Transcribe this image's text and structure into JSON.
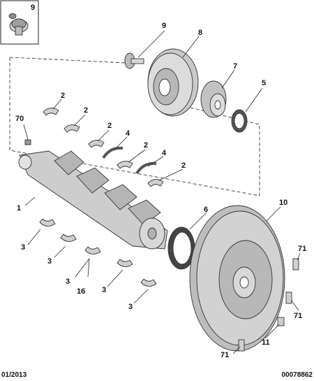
{
  "inset": {
    "callout": "9"
  },
  "callouts": {
    "c1": "1",
    "c2a": "2",
    "c2b": "2",
    "c2c": "2",
    "c2d": "2",
    "c2e": "2",
    "c3a": "3",
    "c3b": "3",
    "c3c": "3",
    "c3d": "3",
    "c3e": "3",
    "c4a": "4",
    "c4b": "4",
    "c5": "5",
    "c6": "6",
    "c7": "7",
    "c8": "8",
    "c9": "9",
    "c10": "10",
    "c11": "11",
    "c16": "16",
    "c70": "70",
    "c71a": "71",
    "c71b": "71",
    "c71c": "71"
  },
  "footer": {
    "date": "01/2013",
    "ref": "00078862"
  },
  "colors": {
    "part_fill": "#d8d8d8",
    "part_dark": "#a9a9a9",
    "line": "#222222"
  }
}
